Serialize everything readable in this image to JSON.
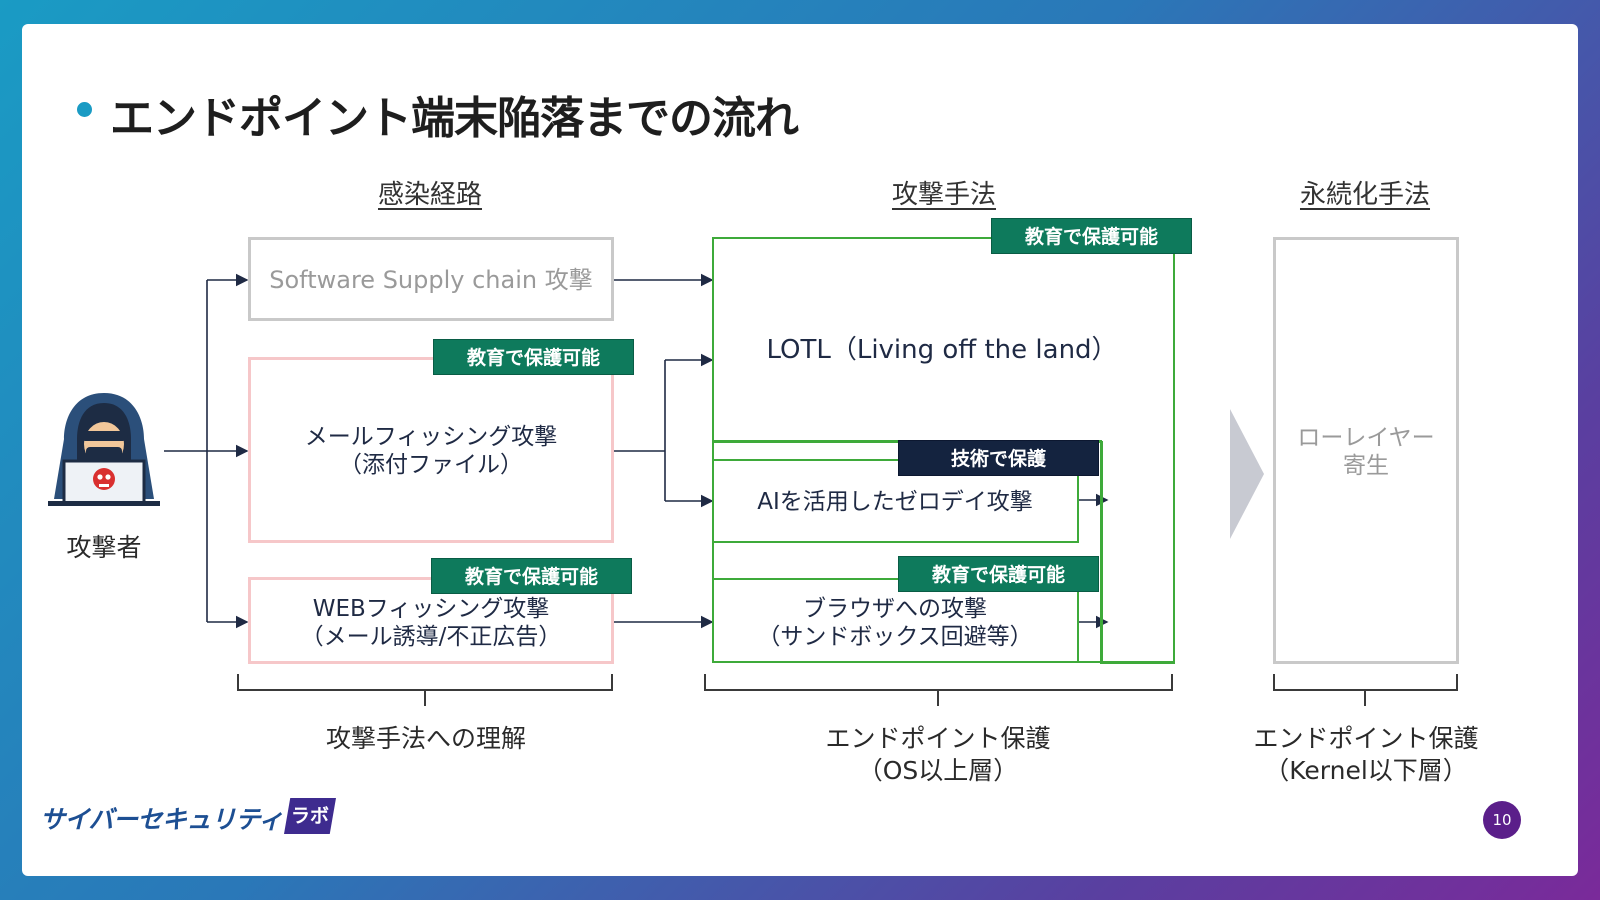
{
  "title": "エンドポイント端末陥落までの流れ",
  "columns": {
    "infection_route": "感染経路",
    "attack_method": "攻撃手法",
    "persistence": "永続化手法"
  },
  "attacker": {
    "label": "攻撃者"
  },
  "boxes": {
    "supply_chain": "Software Supply chain 攻撃",
    "mail_phishing_line1": "メールフィッシング攻撃",
    "mail_phishing_line2": "（添付ファイル）",
    "web_phishing_line1": "WEBフィッシング攻撃",
    "web_phishing_line2": "（メール誘導/不正広告）",
    "lotl": "LOTL（Living off the land）",
    "ai_zero_day": "AIを活用したゼロデイ攻撃",
    "browser_line1": "ブラウザへの攻撃",
    "browser_line2": "（サンドボックス回避等）",
    "low_layer_line1": "ローレイヤー",
    "low_layer_line2": "寄生"
  },
  "tags": {
    "mail_phishing": "教育で保護可能",
    "web_phishing": "教育で保護可能",
    "lotl": "教育で保護可能",
    "ai_zero_day": "技術で保護",
    "browser": "教育で保護可能"
  },
  "bottom_labels": {
    "left": "攻撃手法への理解",
    "middle_line1": "エンドポイント保護",
    "middle_line2": "（OS以上層）",
    "right_line1": "エンドポイント保護",
    "right_line2": "（Kernel以下層）"
  },
  "footer": {
    "logo_text": "サイバーセキュリティ",
    "logo_badge": "ラボ",
    "page_number": "10"
  },
  "colors": {
    "accent_green": "#0e7a5c",
    "accent_navy": "#14233f",
    "box_green_border": "#3eaa3a",
    "box_pink_border": "#f6c7c9",
    "page_badge": "#5b1f8a"
  }
}
